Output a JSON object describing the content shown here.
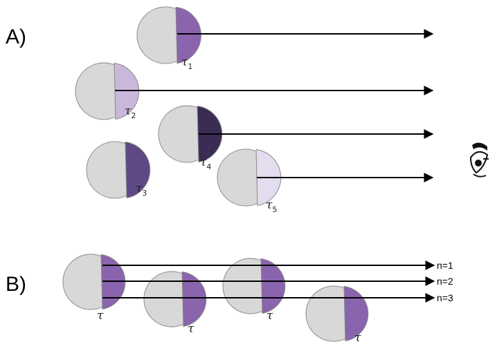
{
  "panels": {
    "a": {
      "label": "A)"
    },
    "b": {
      "label": "B)"
    }
  },
  "tau_symbol": "τ",
  "panel_a_subscripts": [
    "1",
    "2",
    "3",
    "4",
    "5"
  ],
  "panel_b_rays": [
    "n=1",
    "n=2",
    "n=3"
  ],
  "colors": {
    "disc_grey": "#d8d8d8",
    "tau1": "#8a64ad",
    "tau2": "#c9b7dc",
    "tau3": "#5f4985",
    "tau4": "#3b2c55",
    "tau5": "#e4dcef",
    "panel_b_fill": "#8a64ad"
  },
  "observer_icon": "eye-icon"
}
